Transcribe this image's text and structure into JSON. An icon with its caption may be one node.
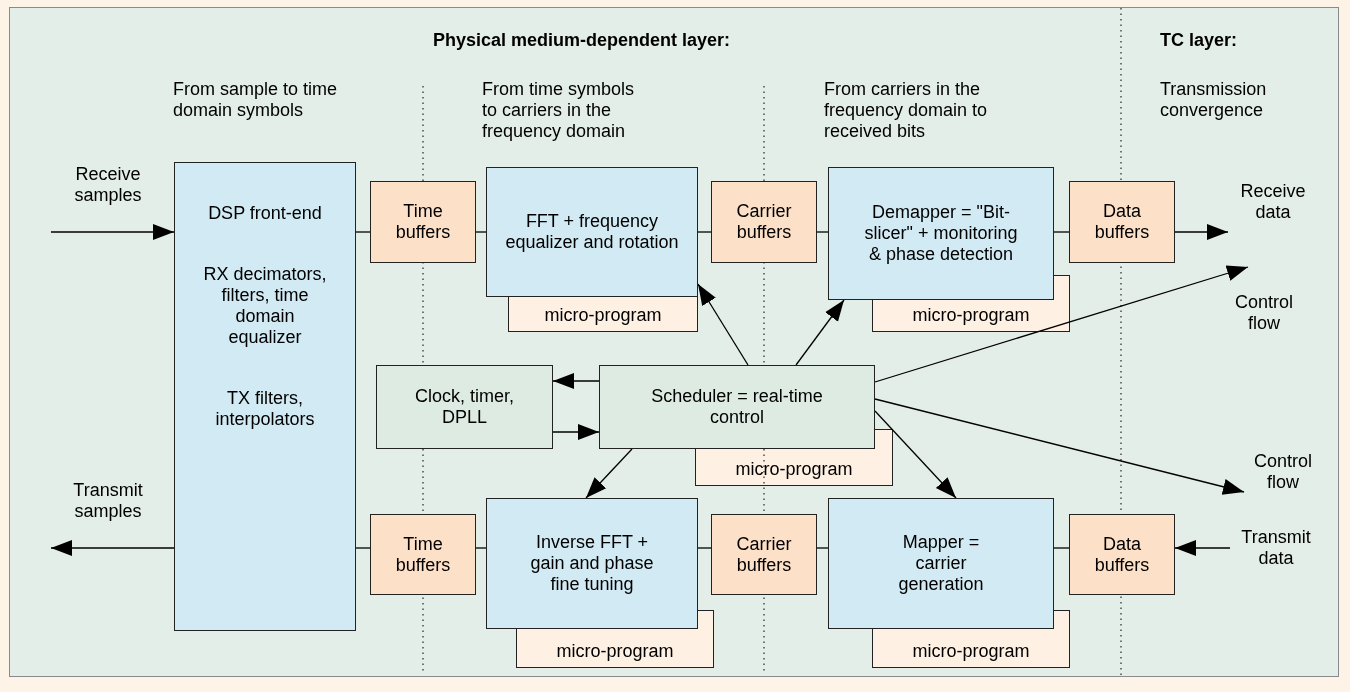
{
  "diagram": {
    "nodes": [
      {
        "text": [
          "DSP front-end",
          "RX decimators, filters, time domain equalizer",
          "TX filters, interpolators"
        ]
      },
      {
        "text": [
          "Time buffers"
        ]
      },
      {
        "text": [
          "FFT + frequency equalizer and rotation"
        ]
      },
      {
        "text": [
          "micro-program"
        ]
      },
      {
        "text": [
          "Carrier buffers"
        ]
      },
      {
        "text": [
          "Demapper = \"Bit-slicer\" + monitoring & phase detection"
        ]
      },
      {
        "text": [
          "micro-program"
        ]
      },
      {
        "text": [
          "Data buffers"
        ]
      },
      {
        "text": [
          "Clock, timer, DPLL"
        ]
      },
      {
        "text": [
          "Scheduler = real-time control"
        ]
      },
      {
        "text": [
          "micro-program"
        ]
      },
      {
        "text": [
          "Time buffers"
        ]
      },
      {
        "text": [
          "Inverse FFT + gain and phase fine tuning"
        ]
      },
      {
        "text": [
          "micro-program"
        ]
      },
      {
        "text": [
          "Carrier buffers"
        ]
      },
      {
        "text": [
          "Mapper = carrier generation"
        ]
      },
      {
        "text": [
          "micro-program"
        ]
      },
      {
        "text": [
          "Data buffers"
        ]
      },
      {
        "text": [
          "Control flow"
        ]
      },
      {
        "text": [
          "Transmit data"
        ]
      },
      {
        "text": [
          "Receive data"
        ]
      }
    ],
    "edges": [
      {
        "from": null,
        "to": 0,
        "arrow": "to"
      },
      {
        "from": 0,
        "to": 1,
        "arrow": "none"
      },
      {
        "from": 1,
        "to": 2,
        "arrow": "none"
      },
      {
        "from": 2,
        "to": 4,
        "arrow": "none"
      },
      {
        "from": 4,
        "to": 5,
        "arrow": "none"
      },
      {
        "from": 5,
        "to": 7,
        "arrow": "none"
      },
      {
        "from": 7,
        "to": 20,
        "arrow": "to"
      },
      {
        "from": 9,
        "to": 8,
        "arrow": "to"
      },
      {
        "from": 8,
        "to": 9,
        "arrow": "to"
      },
      {
        "from": 9,
        "to": 2,
        "arrow": "to"
      },
      {
        "from": 9,
        "to": 5,
        "arrow": "to"
      },
      {
        "from": 9,
        "to": null,
        "arrow": "to"
      },
      {
        "from": 9,
        "to": 18,
        "arrow": "to"
      },
      {
        "from": 9,
        "to": 12,
        "arrow": "to"
      },
      {
        "from": 9,
        "to": 15,
        "arrow": "to"
      },
      {
        "from": 0,
        "to": null,
        "arrow": "to"
      },
      {
        "from": 0,
        "to": 11,
        "arrow": "none"
      },
      {
        "from": 11,
        "to": 12,
        "arrow": "none"
      },
      {
        "from": 12,
        "to": 14,
        "arrow": "none"
      },
      {
        "from": 14,
        "to": 15,
        "arrow": "none"
      },
      {
        "from": 15,
        "to": 17,
        "arrow": "none"
      },
      {
        "from": 19,
        "to": 17,
        "arrow": "to"
      }
    ],
    "labels": [
      "Physical medium-dependent layer:",
      "TC layer:",
      "From sample to time domain symbols",
      "From time symbols to carriers in the frequency domain",
      "From carriers in the frequency domain to received bits",
      "Transmission convergence",
      "Receive samples",
      "Control flow",
      "Transmit samples"
    ]
  }
}
